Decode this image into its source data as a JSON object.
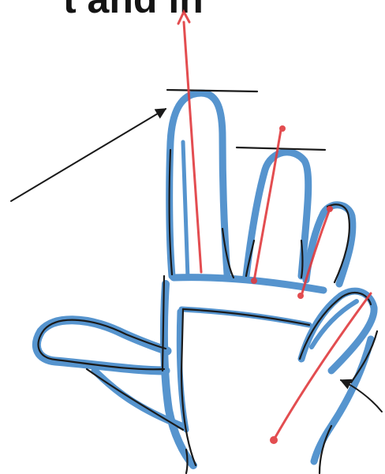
{
  "heading": {
    "text": "t and in"
  },
  "colors": {
    "background": "#ffffff",
    "heading": "#141414",
    "structure_blue": "#3f86c8",
    "center_line_red": "#e03a3e",
    "ink": "#1a1a1a"
  },
  "figure": {
    "subject": "hand-sketch",
    "elements": [
      "index-finger",
      "middle-finger",
      "ring-finger",
      "pinky-finger",
      "thumb",
      "palm",
      "finger-center-lines",
      "length-guide-lines",
      "pointer-arrows"
    ]
  }
}
